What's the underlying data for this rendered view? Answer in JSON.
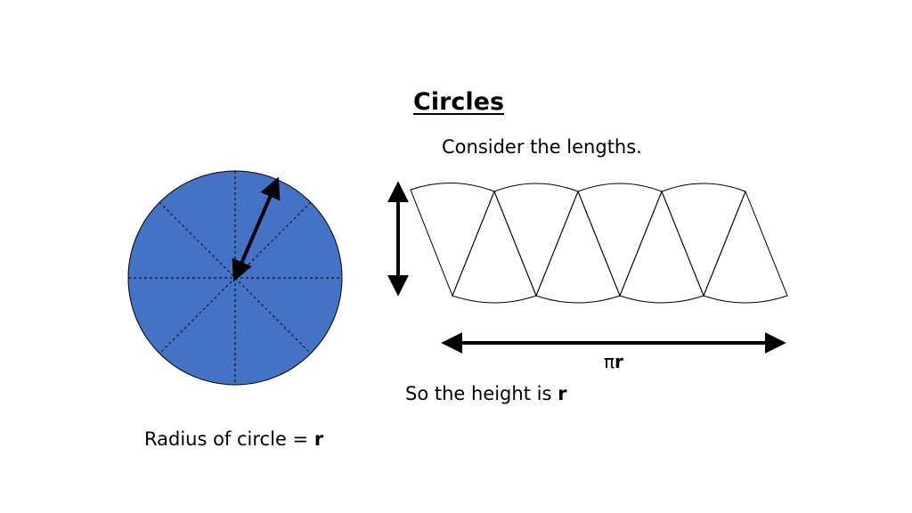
{
  "title": "Circles",
  "subtitle": "Consider the lengths.",
  "length_label": {
    "symbol": "π",
    "var": "r"
  },
  "height_text": {
    "prefix": "So the height is ",
    "var": "r"
  },
  "radius_text": {
    "prefix": "Radius of circle = ",
    "var": "r"
  },
  "colors": {
    "circle_fill": "#4472C4",
    "stroke": "#000000"
  }
}
